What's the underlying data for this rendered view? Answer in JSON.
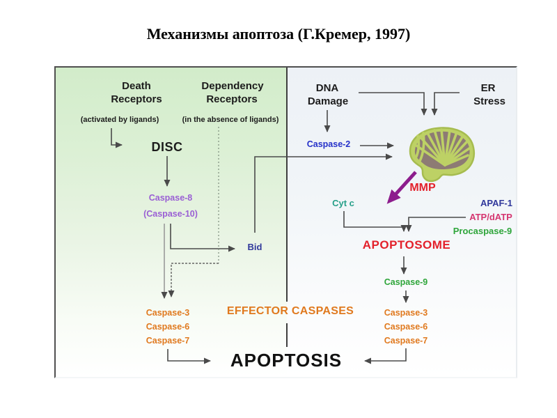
{
  "title": "Механизмы апоптоза (Г.Кремер, 1997)",
  "colors": {
    "purple": "#9a5fd4",
    "blue": "#2531c9",
    "navy": "#30389b",
    "teal": "#27a089",
    "crimson": "#d53570",
    "green": "#2ea53a",
    "red": "#e3212b",
    "orange": "#e0791e",
    "black": "#1c1c1c"
  },
  "left_panel": {
    "death_receptors": {
      "line1": "Death",
      "line2": "Receptors",
      "subtitle": "(activated by ligands)"
    },
    "dependency_receptors": {
      "line1": "Dependency",
      "line2": "Receptors",
      "subtitle": "(in the absence of ligands)"
    },
    "disc": "DISC",
    "caspase8": "Caspase-8",
    "caspase10": "(Caspase-10)",
    "bid": "Bid",
    "caspases": [
      "Caspase-3",
      "Caspase-6",
      "Caspase-7"
    ],
    "effector_caspases": "EFFECTOR CASPASES"
  },
  "right_panel": {
    "dna_damage": {
      "line1": "DNA",
      "line2": "Damage"
    },
    "er_stress": {
      "line1": "ER",
      "line2": "Stress"
    },
    "caspase2": "Caspase-2",
    "mmp": "MMP",
    "cyt_c": "Cyt c",
    "apaf1": "APAF-1",
    "atp_datp": "ATP/dATP",
    "procaspase9": "Procaspase-9",
    "apoptosome": "APOPTOSOME",
    "caspase9": "Caspase-9",
    "caspases": [
      "Caspase-3",
      "Caspase-6",
      "Caspase-7"
    ]
  },
  "footer": {
    "apoptosis": "APOPTOSIS"
  }
}
